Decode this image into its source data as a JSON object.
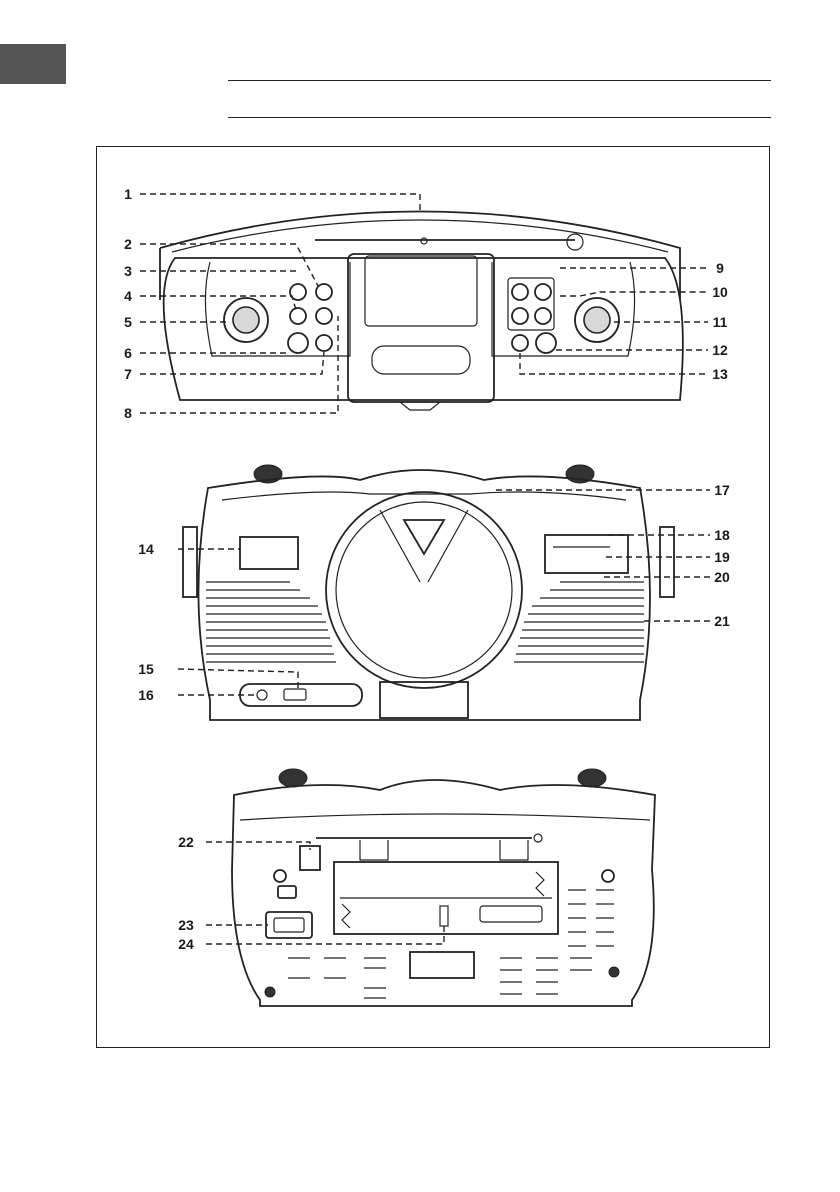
{
  "callouts": {
    "top_view": [
      "1",
      "2",
      "3",
      "4",
      "5",
      "6",
      "7",
      "8",
      "9",
      "10",
      "11",
      "12",
      "13"
    ],
    "front_view": [
      "14",
      "15",
      "16",
      "17",
      "18",
      "19",
      "20",
      "21"
    ],
    "back_view": [
      "22",
      "23",
      "24"
    ]
  }
}
